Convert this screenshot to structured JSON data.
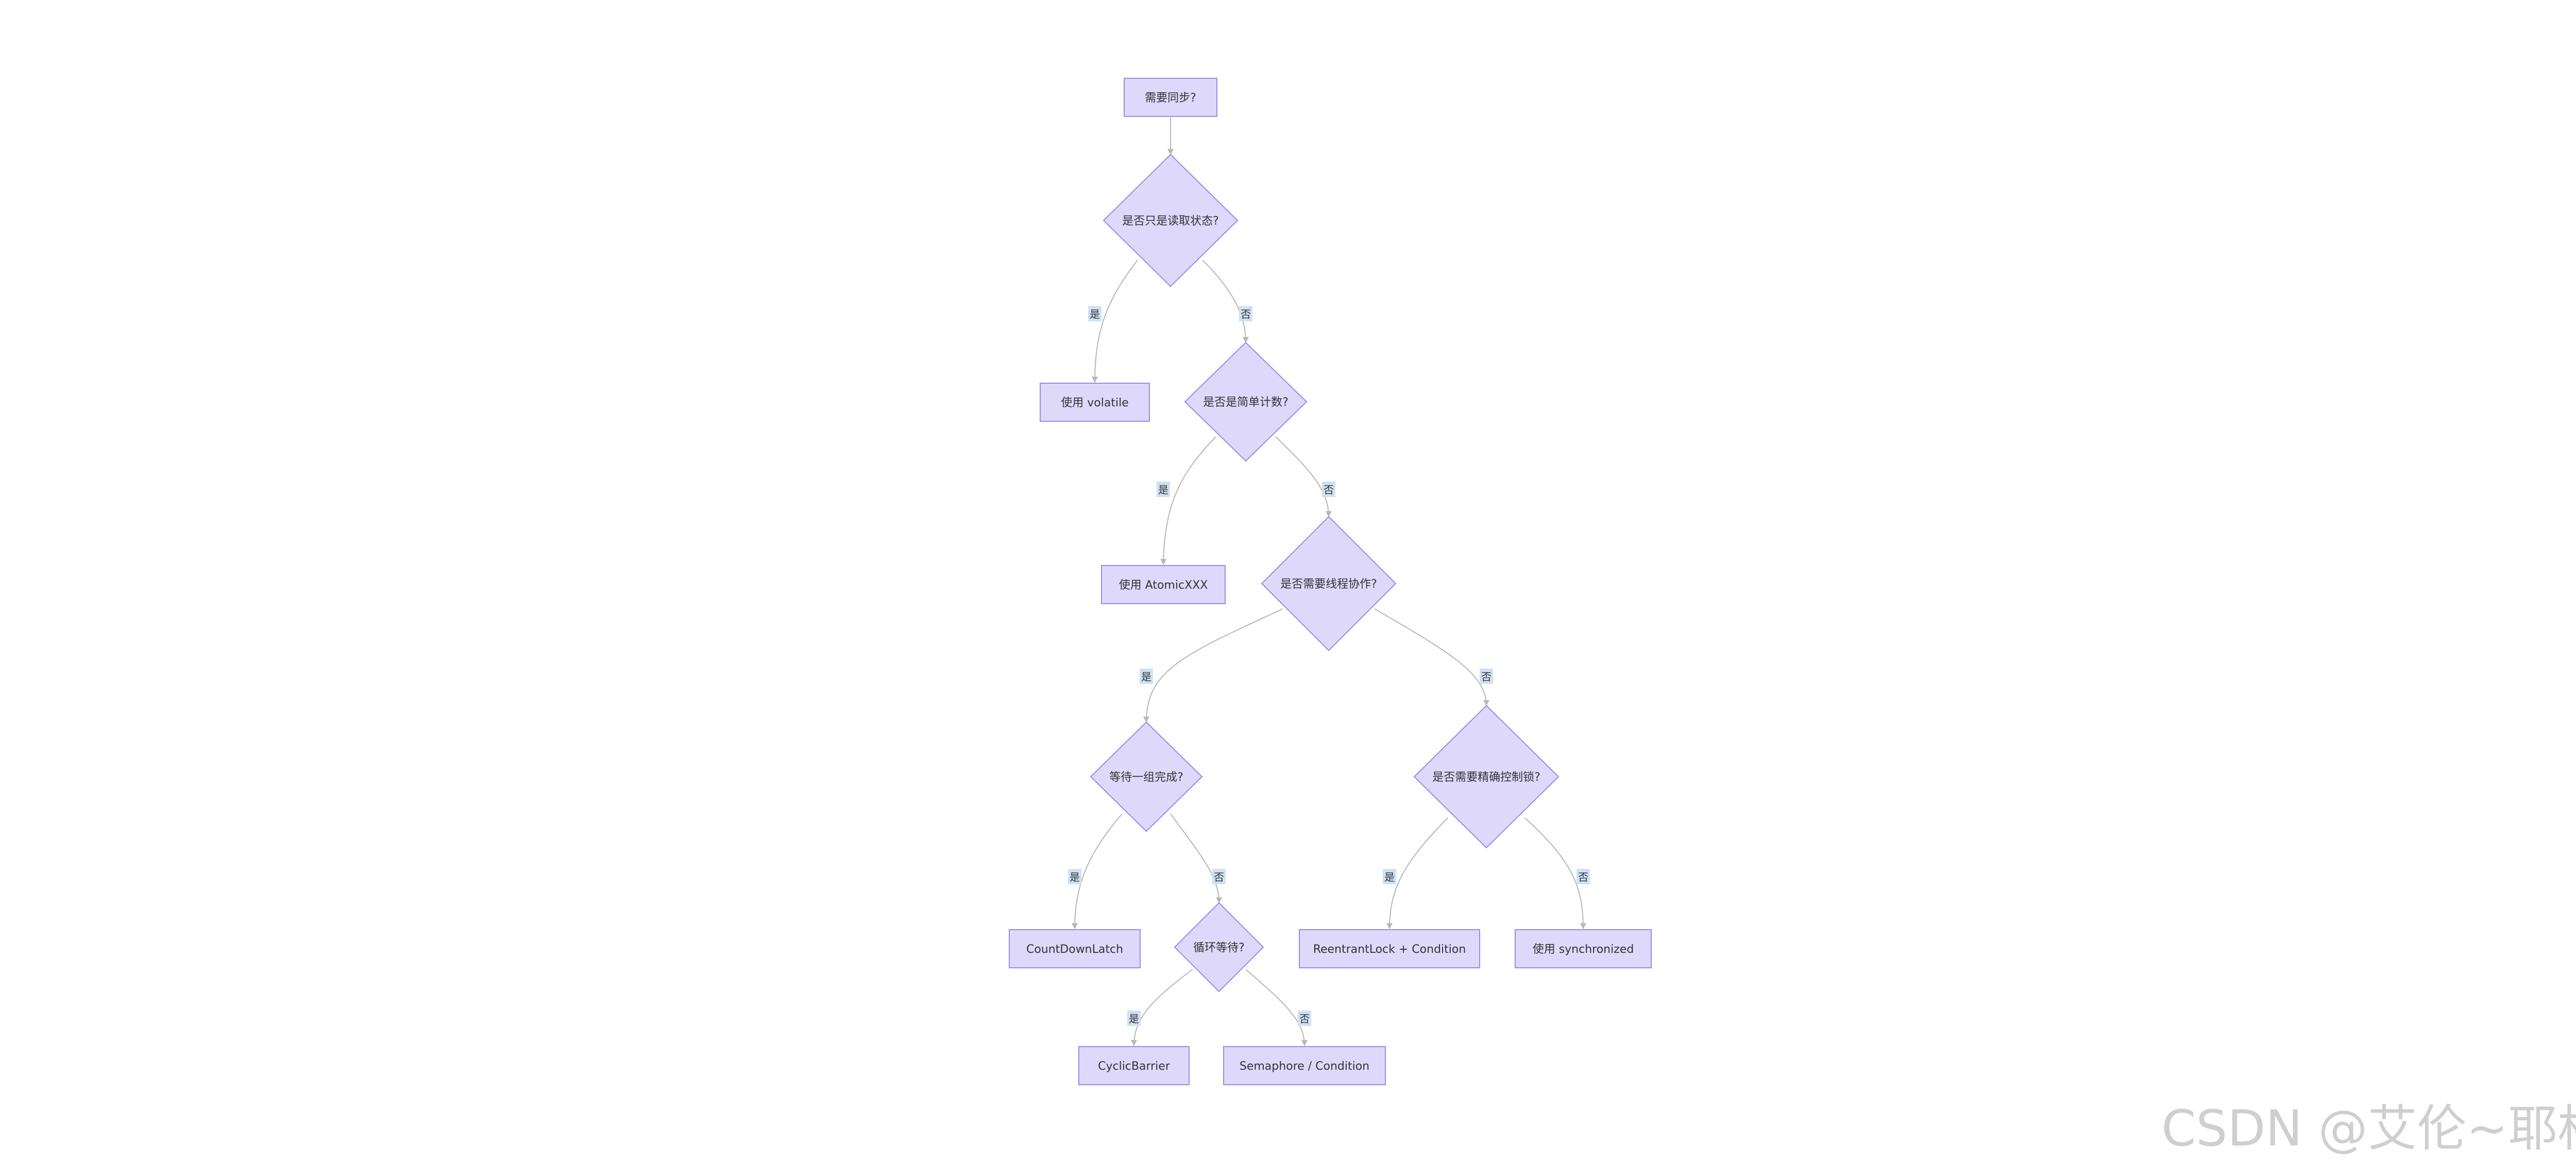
{
  "nodes": {
    "start": "需要同步?",
    "read_state": "是否只是读取状态?",
    "use_volatile": "使用 volatile",
    "simple_count": "是否是简单计数?",
    "use_atomic": "使用 AtomicXXX",
    "thread_coop": "是否需要线程协作?",
    "wait_group": "等待一组完成?",
    "precise_lock": "是否需要精确控制锁?",
    "countdownlatch": "CountDownLatch",
    "cyclic_wait": "循环等待?",
    "reentrantlock": "ReentrantLock + Condition",
    "use_synchronized": "使用 synchronized",
    "cyclicbarrier": "CyclicBarrier",
    "semaphore": "Semaphore / Condition"
  },
  "edge_labels": {
    "read_yes": "是",
    "read_no": "否",
    "count_yes": "是",
    "count_no": "否",
    "coop_yes": "是",
    "coop_no": "否",
    "group_yes": "是",
    "group_no": "否",
    "lock_yes": "是",
    "lock_no": "否",
    "cyclic_yes": "是",
    "cyclic_no": "否"
  },
  "watermark": "CSDN @艾伦~耶格尔",
  "colors": {
    "node_fill": "#ded8fb",
    "node_stroke": "#9b8ae8",
    "edge": "#b7b7b7",
    "label_bg": "#cfe1f3"
  }
}
